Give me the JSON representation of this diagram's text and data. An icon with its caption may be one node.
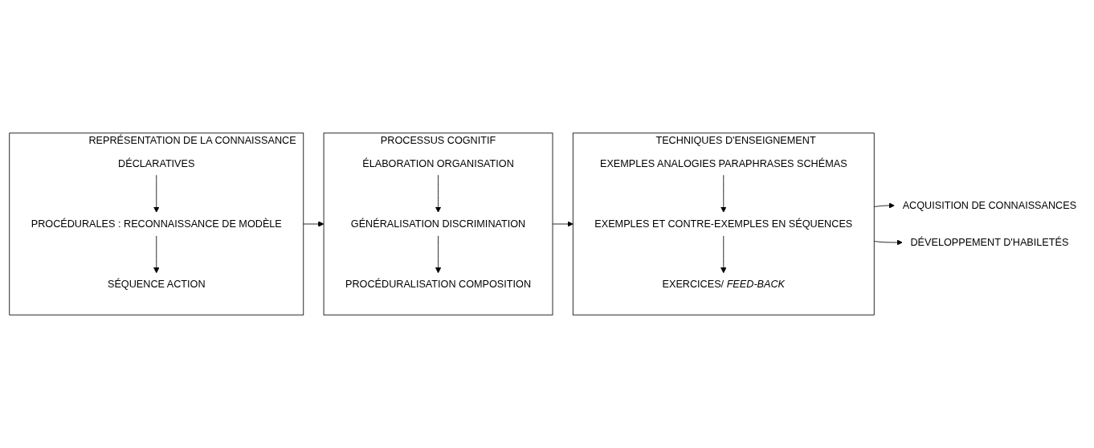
{
  "diagram": {
    "nodes": [
      {
        "text": [
          "REPRÉSENTATION DE LA CONNAISSANCE"
        ]
      },
      {
        "text": [
          "DÉCLARATIVES"
        ],
        "in": 0
      },
      {
        "text": [
          "PROCÉDURALES : RECONNAISSANCE DE MODÈLE"
        ],
        "in": 0
      },
      {
        "text": [
          "SÉQUENCE ACTION"
        ],
        "in": 0
      },
      {
        "text": [
          "PROCESSUS COGNITIF"
        ]
      },
      {
        "text": [
          "ÉLABORATION ORGANISATION"
        ],
        "in": 4
      },
      {
        "text": [
          "GÉNÉRALISATION DISCRIMINATION"
        ],
        "in": 4
      },
      {
        "text": [
          "PROCÉDURALISATION COMPOSITION"
        ],
        "in": 4
      },
      {
        "text": [
          "TECHNIQUES D'ENSEIGNEMENT"
        ]
      },
      {
        "text": [
          "EXEMPLES ANALOGIES PARAPHRASES SCHÉMAS"
        ],
        "in": 8
      },
      {
        "text": [
          "EXEMPLES ET CONTRE-EXEMPLES EN SÉQUENCES"
        ],
        "in": 8
      },
      {
        "text": [
          "EXERCICES/ *FEED-BACK*"
        ],
        "in": 8
      },
      {
        "text": [
          "ACQUISITION DE CONNAISSANCES"
        ]
      },
      {
        "text": [
          "DÉVELOPPEMENT D'HABILETÉS"
        ]
      }
    ],
    "edges": [
      {
        "from": 1,
        "to": 2,
        "arrow": "to"
      },
      {
        "from": 2,
        "to": 3,
        "arrow": "to"
      },
      {
        "from": 0,
        "to": 4,
        "arrow": "to"
      },
      {
        "from": 5,
        "to": 6,
        "arrow": "to"
      },
      {
        "from": 6,
        "to": 7,
        "arrow": "to"
      },
      {
        "from": 4,
        "to": 8,
        "arrow": "to"
      },
      {
        "from": 9,
        "to": 10,
        "arrow": "to"
      },
      {
        "from": 10,
        "to": 11,
        "arrow": "to"
      },
      {
        "from": 8,
        "to": 12,
        "arrow": "to"
      },
      {
        "from": 8,
        "to": 13,
        "arrow": "to"
      }
    ]
  }
}
